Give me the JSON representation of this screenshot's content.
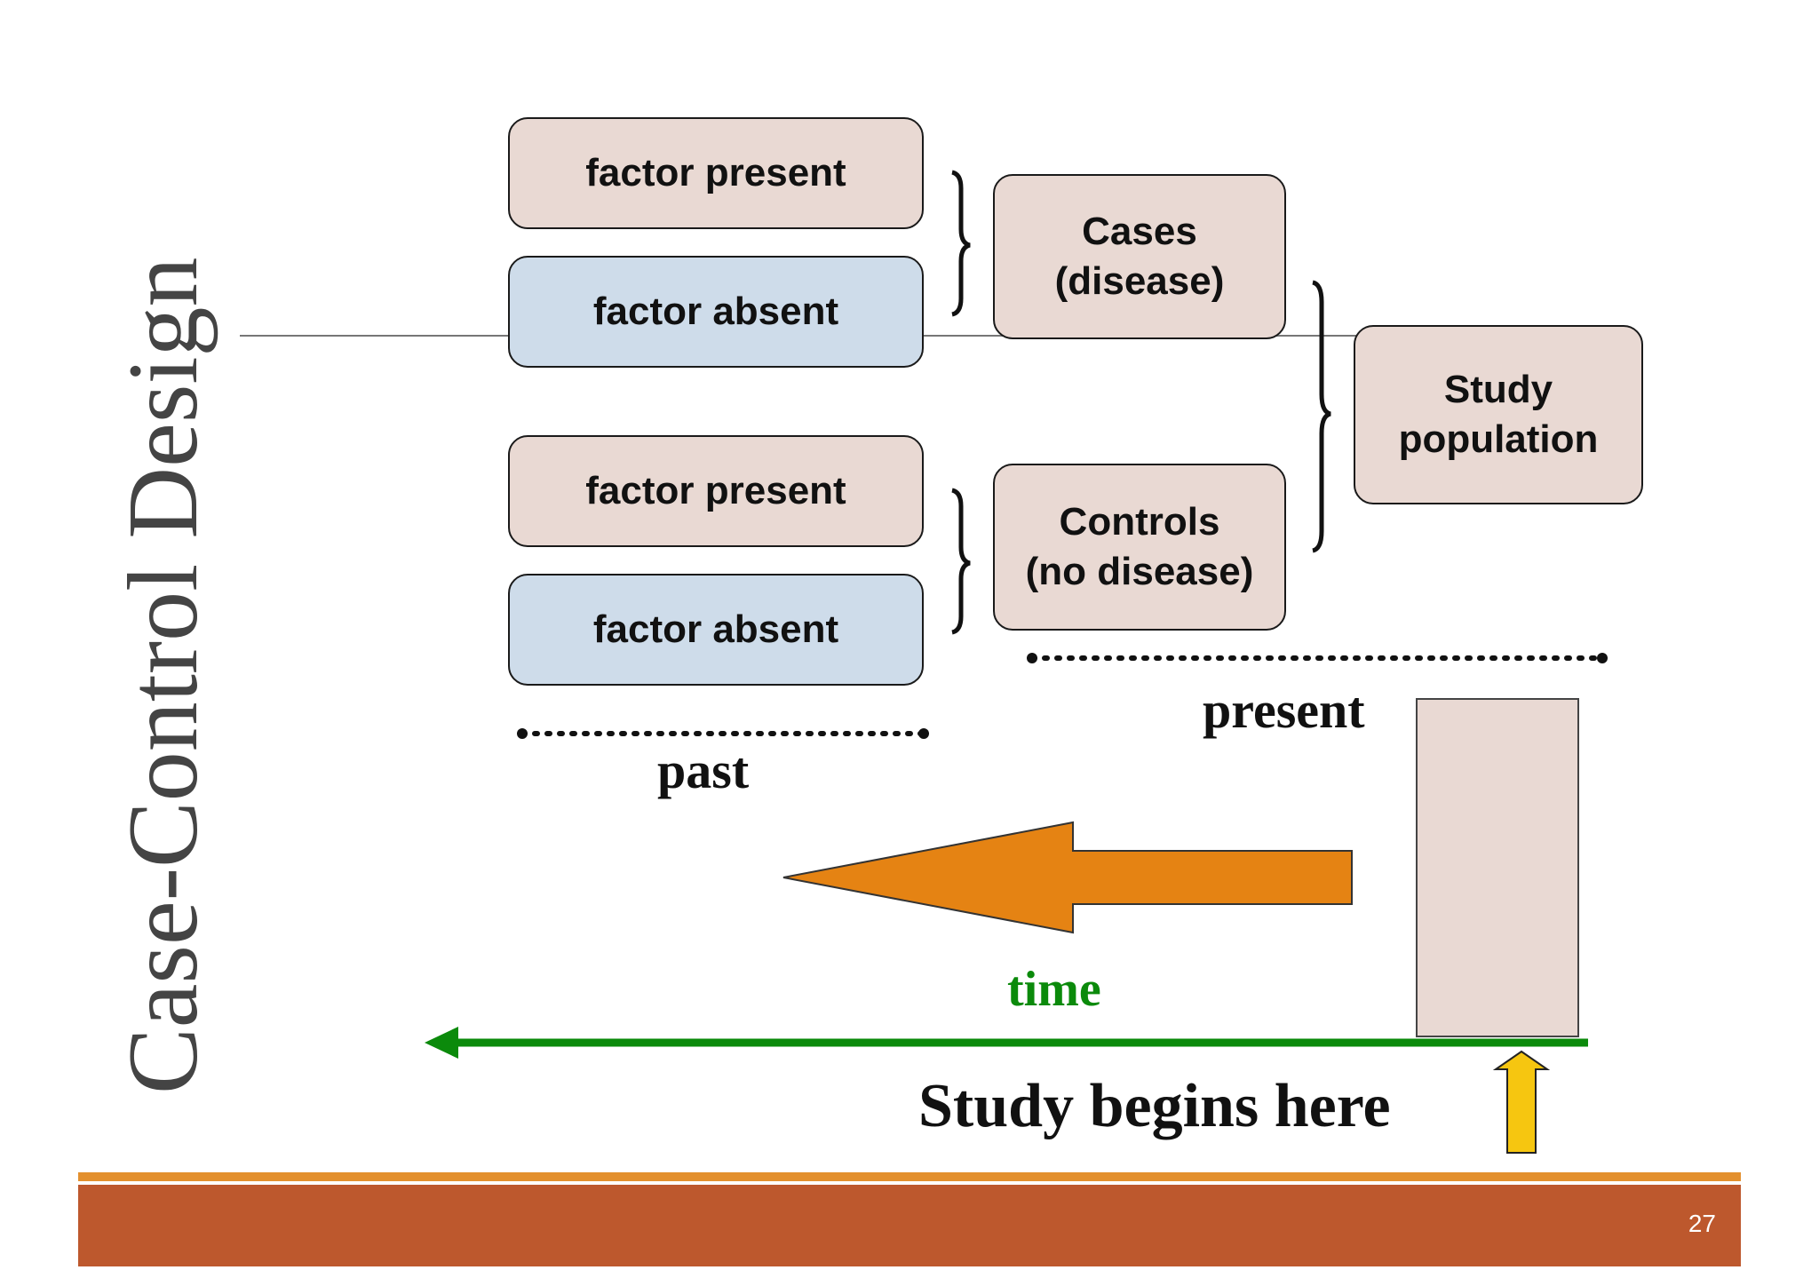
{
  "slide": {
    "title": "Case-Control Design",
    "page_number": "27"
  },
  "boxes": {
    "cases_factor_present": "factor present",
    "cases_factor_absent": "factor absent",
    "controls_factor_present": "factor present",
    "controls_factor_absent": "factor absent",
    "cases": "Cases\n(disease)",
    "controls": "Controls\n(no disease)",
    "study_population": "Study\npopulation"
  },
  "labels": {
    "past": "past",
    "present": "present",
    "time": "time",
    "study_begins": "Study begins here"
  },
  "colors": {
    "box_pink": "#e9d9d3",
    "box_blue": "#cedcea",
    "time_arrow": "#0b8a0b",
    "orange_arrow": "#e58313",
    "yellow_arrow": "#f6c610",
    "footer_band": "#bd582d",
    "footer_line": "#e3902e"
  }
}
